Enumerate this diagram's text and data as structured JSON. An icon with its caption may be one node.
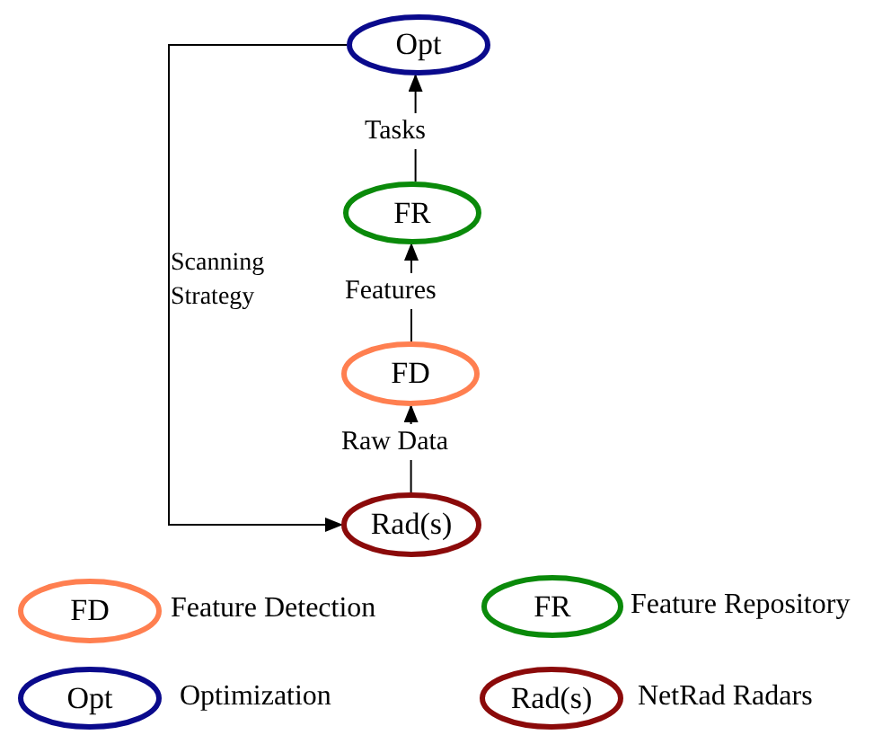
{
  "diagram": {
    "nodes": [
      {
        "text": [
          "Opt"
        ]
      },
      {
        "text": [
          "FR"
        ]
      },
      {
        "text": [
          "FD"
        ]
      },
      {
        "text": [
          "Rad(s)"
        ]
      },
      {
        "text": [
          "FD"
        ],
        "beside": [
          "Feature Detection"
        ]
      },
      {
        "text": [
          "FR"
        ],
        "beside": [
          "Feature Repository"
        ]
      },
      {
        "text": [
          "Opt"
        ],
        "beside": [
          "Optimization"
        ]
      },
      {
        "text": [
          "Rad(s)"
        ],
        "beside": [
          "NetRad Radars"
        ]
      }
    ],
    "edges": [
      {
        "from": 3,
        "to": 2,
        "arrow": "to",
        "label": "Raw Data"
      },
      {
        "from": 2,
        "to": 1,
        "arrow": "to",
        "label": "Features"
      },
      {
        "from": 1,
        "to": 0,
        "arrow": "to",
        "label": "Tasks"
      },
      {
        "from": 0,
        "to": 3,
        "arrow": "to",
        "label": "Scanning Strategy"
      }
    ]
  }
}
